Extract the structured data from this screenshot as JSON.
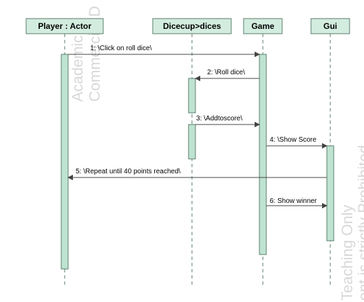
{
  "lifelines": [
    {
      "id": "player",
      "label": "Player : Actor"
    },
    {
      "id": "dicecup",
      "label": "Dicecup>dices"
    },
    {
      "id": "game",
      "label": "Game"
    },
    {
      "id": "gui",
      "label": "Gui"
    }
  ],
  "messages": [
    {
      "label": "1: \\Click on roll dice\\"
    },
    {
      "label": "2: \\Roll dice\\"
    },
    {
      "label": "3: \\Addtoscore\\"
    },
    {
      "label": "4: \\Show Score"
    },
    {
      "label": "5: \\Repeat until 40 points reached\\"
    },
    {
      "label": "6: Show winner"
    }
  ],
  "watermarks": {
    "left_line1": "Academic",
    "left_line2": "Commercial D",
    "right_line1": "Teaching Only",
    "right_line2": "ent is strictly Prohibited"
  },
  "colors": {
    "head_fill": "#d3ece0",
    "activation_fill": "#bfe3d1",
    "outline": "#5a7d6b",
    "watermark": "#d8d8d8"
  }
}
